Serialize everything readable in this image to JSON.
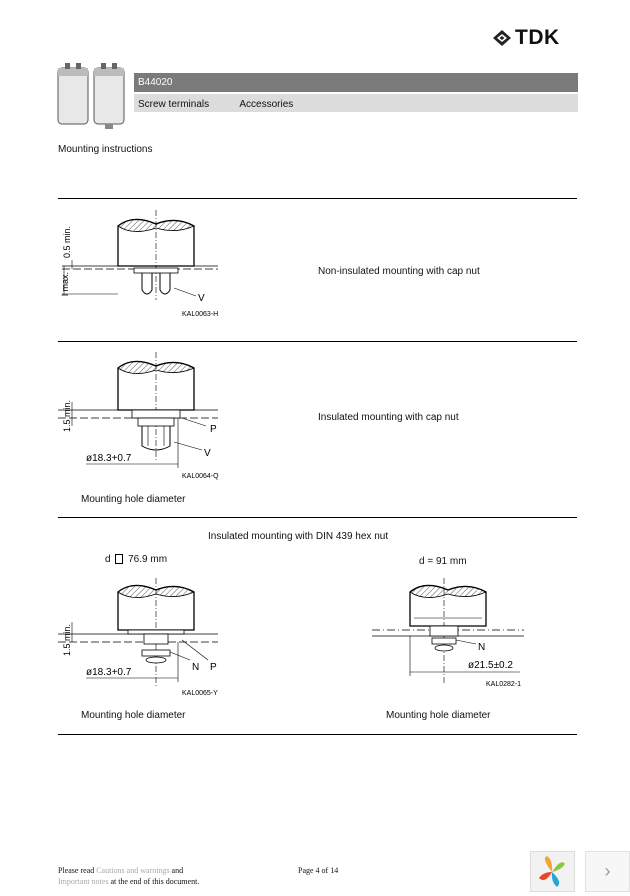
{
  "brand": {
    "logo_text": "TDK"
  },
  "header": {
    "part_number": "B44020",
    "tabs": [
      "Screw terminals",
      "Accessories"
    ]
  },
  "section_title": "Mounting instructions",
  "panels": {
    "p1": {
      "caption": "Non-insulated mounting with cap nut",
      "code": "KAL0063-H",
      "dim_vertical_1": "0.5 min.",
      "dim_vertical_2": "l max.",
      "letter_v": "V"
    },
    "p2": {
      "caption": "Insulated mounting with cap nut",
      "code": "KAL0064-Q",
      "dim_vertical": "1.5 min.",
      "diameter": "ø18.3+0.7",
      "letter_p": "P",
      "letter_v": "V",
      "hole_label": "Mounting hole diameter"
    },
    "p3": {
      "caption": "Insulated mounting with DIN 439 hex nut",
      "left": {
        "d_prefix": "d",
        "d_value": "76.9 mm",
        "code": "KAL0065-Y",
        "dim_vertical": "1.5 min.",
        "diameter": "ø18.3+0.7",
        "letter_n": "N",
        "letter_p": "P",
        "hole_label": "Mounting hole diameter"
      },
      "right": {
        "d_label": "d = 91 mm",
        "code": "KAL0282-1",
        "diameter": "ø21.5±0.2",
        "letter_n": "N",
        "hole_label": "Mounting hole diameter"
      }
    }
  },
  "footer": {
    "line1_prefix": "Please read",
    "line1_link": "Cautions and warnings",
    "line1_suffix": "and",
    "line2_link": "Important notes",
    "line2_suffix": "at the end of this document.",
    "page": "Page 4 of 14"
  },
  "colors": {
    "header_dark": "#7a7a7a",
    "header_light": "#dcdcdc"
  }
}
